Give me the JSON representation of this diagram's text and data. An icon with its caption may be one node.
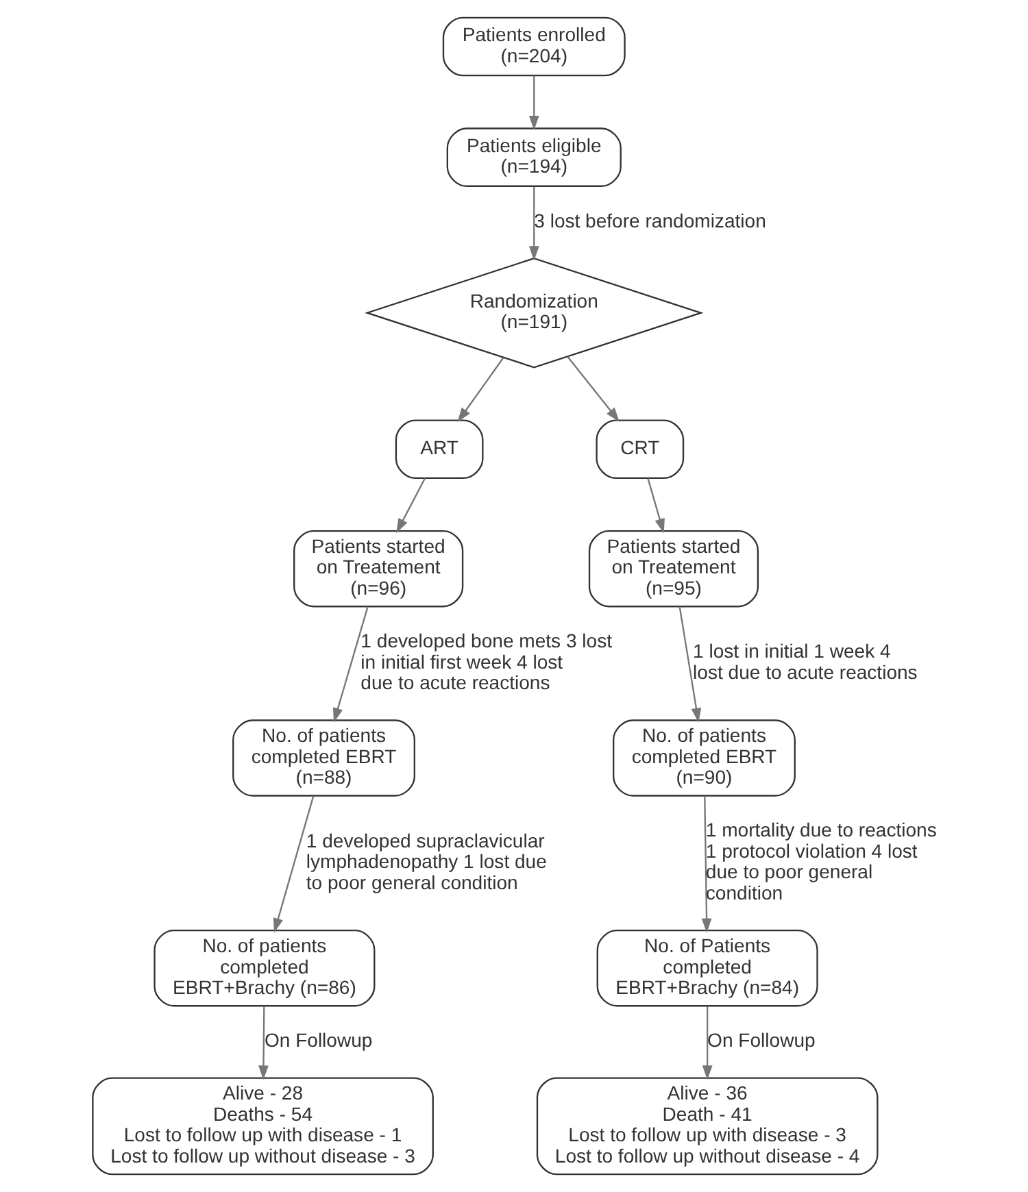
{
  "diagram": {
    "nodes": [
      {
        "text": [
          "Patients enrolled (n=204)"
        ]
      },
      {
        "text": [
          "Patients eligible (n=194)"
        ]
      },
      {
        "text": [
          "Randomization (n=191)"
        ]
      },
      {
        "text": [
          "ART"
        ]
      },
      {
        "text": [
          "CRT"
        ]
      },
      {
        "text": [
          "Patients started on Treatement (n=96)"
        ]
      },
      {
        "text": [
          "Patients started on Treatement (n=95)"
        ]
      },
      {
        "text": [
          "No. of patients completed EBRT (n=88)"
        ]
      },
      {
        "text": [
          "No. of patients completed EBRT (n=90)"
        ]
      },
      {
        "text": [
          "No. of patients completed EBRT+Brachy (n=86)"
        ]
      },
      {
        "text": [
          "No. of Patients completed EBRT+Brachy (n=84)"
        ]
      },
      {
        "text": [
          "Alive - 28",
          "Deaths - 54",
          "Lost to follow up with disease - 1",
          "Lost to follow up without disease - 3"
        ]
      },
      {
        "text": [
          "Alive - 36",
          "Death - 41",
          "Lost to follow up with disease - 3",
          "Lost to follow up without disease - 4"
        ]
      }
    ],
    "edges": [
      {
        "from": 0,
        "to": 1,
        "arrow": "to"
      },
      {
        "from": 1,
        "to": 2,
        "arrow": "to",
        "label": "3 lost before randomization"
      },
      {
        "from": 2,
        "to": 3,
        "arrow": "to"
      },
      {
        "from": 2,
        "to": 4,
        "arrow": "to"
      },
      {
        "from": 3,
        "to": 5,
        "arrow": "to"
      },
      {
        "from": 4,
        "to": 6,
        "arrow": "to"
      },
      {
        "from": 5,
        "to": 7,
        "arrow": "to",
        "label": "1 developed bone mets 3 lost in initial first week 4 lost due to acute reactions"
      },
      {
        "from": 6,
        "to": 8,
        "arrow": "to",
        "label": "1 lost in initial 1 week 4 lost due to acute reactions"
      },
      {
        "from": 7,
        "to": 9,
        "arrow": "to",
        "label": "1 developed supraclavicular lymphadenopathy 1 lost due to poor general condition"
      },
      {
        "from": 8,
        "to": 10,
        "arrow": "to",
        "label": "1 mortality due to reactions 1 protocol violation 4 lost due to poor general condition"
      },
      {
        "from": 9,
        "to": 11,
        "arrow": "to",
        "label": "On Followup"
      },
      {
        "from": 10,
        "to": 12,
        "arrow": "to",
        "label": "On Followup"
      }
    ]
  }
}
